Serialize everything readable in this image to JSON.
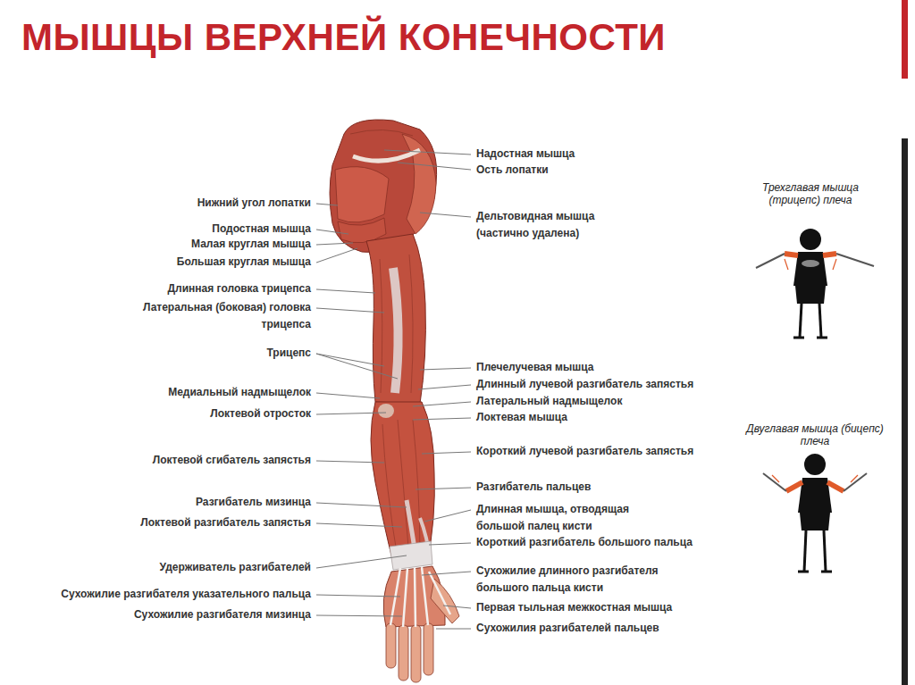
{
  "diagram": {
    "title": "МЫШЦЫ ВЕРХНЕЙ КОНЕЧНОСТИ",
    "labels": [
      "Нижний угол лопатки",
      "Подостная мышца",
      "Малая круглая мышца",
      "Большая круглая мышца",
      "Длинная головка трицепса",
      "Латеральная (боковая) головка трицепса",
      "Трицепс",
      "Медиальный надмыщелок",
      "Локтевой отросток",
      "Локтевой сгибатель запястья",
      "Разгибатель мизинца",
      "Локтевой разгибатель запястья",
      "Удерживатель разгибателей",
      "Сухожилие разгибателя указательного пальца",
      "Сухожилие разгибателя мизинца",
      "Надостная мышца",
      "Ость лопатки",
      "Дельтовидная мышца (частично удалена)",
      "Плечелучевая мышца",
      "Длинный лучевой разгибатель запястья",
      "Латеральный надмыщелок",
      "Локтевая мышца",
      "Короткий лучевой разгибатель запястья",
      "Разгибатель пальцев",
      "Длинная мышца, отводящая большой палец кисти",
      "Короткий разгибатель большого пальца",
      "Сухожилие длинного разгибателя большого пальца кисти",
      "Первая тыльная межкостная мышца",
      "Сухожилия разгибателей пальцев",
      "Трехглавая мышца (трицепс) плеча",
      "Двуглавая мышца (бицепс) плеча"
    ]
  }
}
